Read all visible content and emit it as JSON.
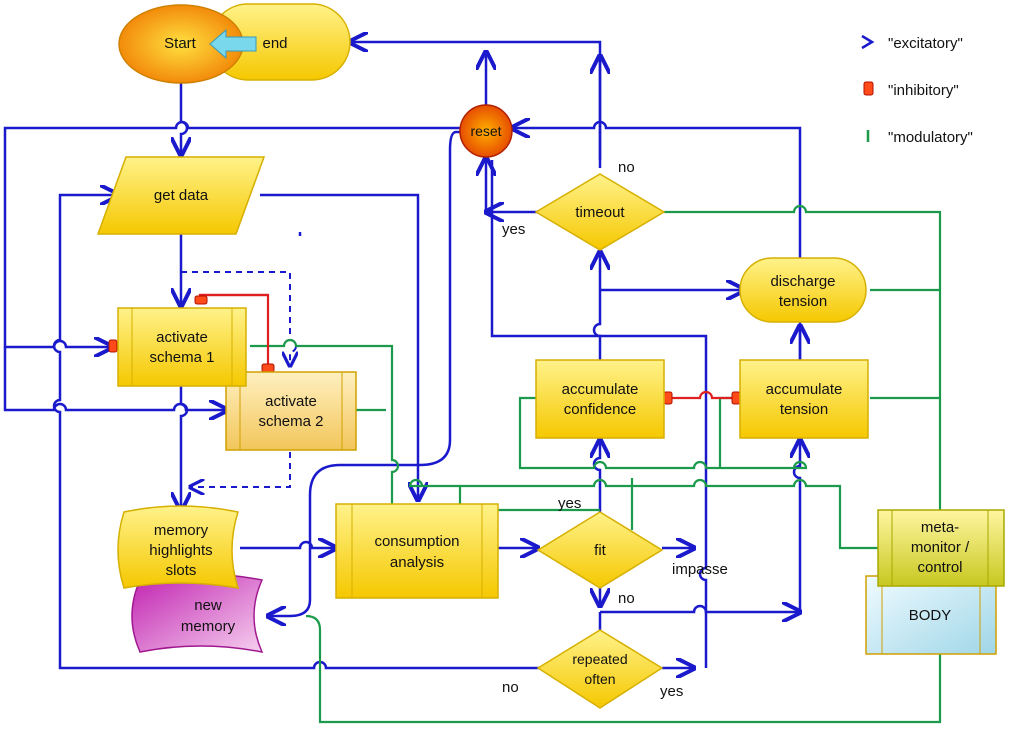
{
  "nodes": {
    "start": "Start",
    "end": "end",
    "reset": "reset",
    "get_data": "get data",
    "timeout": "timeout",
    "discharge": [
      "discharge",
      "tension"
    ],
    "activate1": [
      "activate",
      "schema 1"
    ],
    "activate2": [
      "activate",
      "schema 2"
    ],
    "acc_conf": [
      "accumulate",
      "confidence"
    ],
    "acc_tension": [
      "accumulate",
      "tension"
    ],
    "memory": [
      "memory",
      "highlights",
      "slots"
    ],
    "new_memory": [
      "new",
      "memory"
    ],
    "consumption": [
      "consumption",
      "analysis"
    ],
    "fit": "fit",
    "meta": [
      "meta-",
      "monitor /",
      "control"
    ],
    "body": "BODY",
    "repeated": [
      "repeated",
      "often"
    ]
  },
  "edge_labels": {
    "no_timeout": "no",
    "yes_timeout": "yes",
    "yes_fit": "yes",
    "impasse": "impasse",
    "no_fit": "no",
    "no_repeated": "no",
    "yes_repeated": "yes"
  },
  "legend": {
    "excitatory": "\"excitatory\"",
    "inhibitory": "\"inhibitory\"",
    "modulatory": "\"modulatory\""
  },
  "colors": {
    "excitatory": "#1a1acc",
    "inhibitory": "#e02020",
    "modulatory": "#1a9a4a",
    "node_fill": "#ffe033",
    "node_stroke": "#c8a800"
  }
}
